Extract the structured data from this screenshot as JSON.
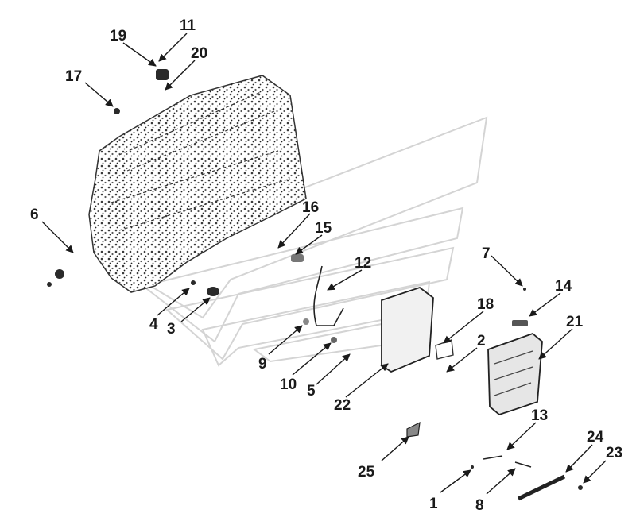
{
  "diagram": {
    "labels": [
      {
        "id": "1",
        "text": "1"
      },
      {
        "id": "2",
        "text": "2"
      },
      {
        "id": "3",
        "text": "3"
      },
      {
        "id": "4",
        "text": "4"
      },
      {
        "id": "5",
        "text": "5"
      },
      {
        "id": "6",
        "text": "6"
      },
      {
        "id": "7",
        "text": "7"
      },
      {
        "id": "8",
        "text": "8"
      },
      {
        "id": "9",
        "text": "9"
      },
      {
        "id": "10",
        "text": "10"
      },
      {
        "id": "11",
        "text": "11"
      },
      {
        "id": "12",
        "text": "12"
      },
      {
        "id": "13",
        "text": "13"
      },
      {
        "id": "14",
        "text": "14"
      },
      {
        "id": "15",
        "text": "15"
      },
      {
        "id": "16",
        "text": "16"
      },
      {
        "id": "17",
        "text": "17"
      },
      {
        "id": "18",
        "text": "18"
      },
      {
        "id": "19",
        "text": "19"
      },
      {
        "id": "20",
        "text": "20"
      },
      {
        "id": "21",
        "text": "21"
      },
      {
        "id": "22",
        "text": "22"
      },
      {
        "id": "23",
        "text": "23"
      },
      {
        "id": "24",
        "text": "24"
      },
      {
        "id": "25",
        "text": "25"
      }
    ]
  }
}
